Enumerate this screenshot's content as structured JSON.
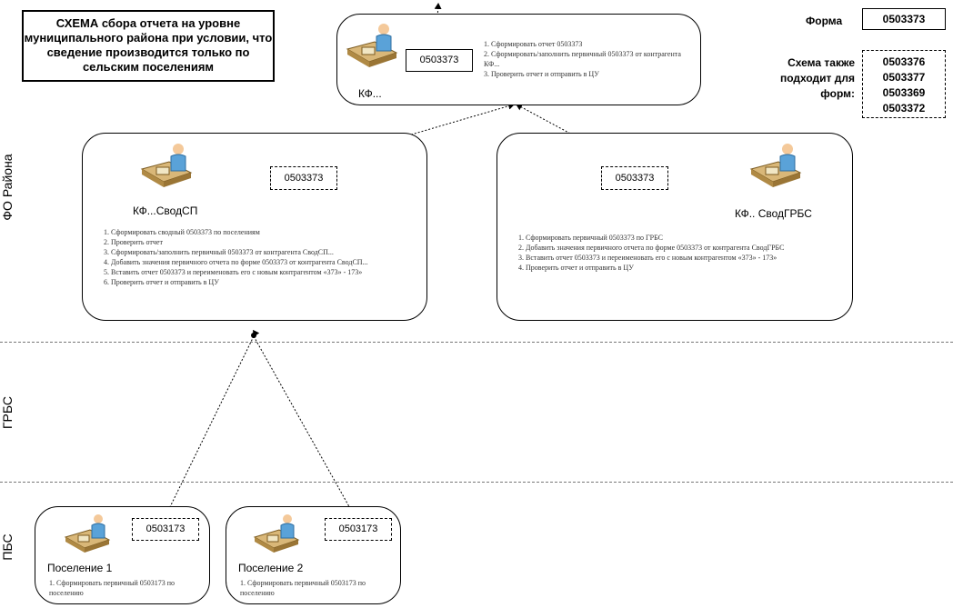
{
  "title": "СХЕМА сбора отчета на уровне муниципального района при условии, что сведение производится только по сельским поселениям",
  "legend": {
    "forma_label": "Форма",
    "forma_code": "0503373",
    "also_caption": "Схема также подходит для форм:",
    "also_codes": [
      "0503376",
      "0503377",
      "0503369",
      "0503372"
    ]
  },
  "lanes": {
    "fo": "ФО Района",
    "grbs": "ГРБС",
    "pbs": "ПБС"
  },
  "nodes": {
    "top": {
      "label": "КФ...",
      "code": "0503373",
      "steps": [
        "1. Сформировать отчет 0503373",
        "2. Сформировать/заполнить первичный 0503373 от контрагента КФ...",
        "3. Проверить отчет и отправить в ЦУ"
      ]
    },
    "svodsp": {
      "label": "КФ...СводСП",
      "code": "0503373",
      "steps": [
        "1. Сформировать сводный 0503373 по поселениям",
        "2. Проверить отчет",
        "3. Сформировать/заполнить первичный 0503373 от контрагента СводСП...",
        "4. Добавить значения первичного отчета по форме 0503373 от контрагента СводСП...",
        "5. Вставить отчет 0503373 и переименовать его с новым контрагентом «373» - 173»",
        "6. Проверить отчет и отправить в ЦУ"
      ]
    },
    "svodgrbs": {
      "label": "КФ.. СводГРБС",
      "code": "0503373",
      "steps": [
        "1. Сформировать первичный 0503373 по ГРБС",
        "2. Добавить значения первичного отчета по форме 0503373 от контрагента СводГРБС",
        "3. Вставить отчет 0503373 и переименовать его с новым контрагентом «373» - 173»",
        "4. Проверить отчет и отправить в ЦУ"
      ]
    },
    "pos1": {
      "label": "Поселение 1",
      "code": "0503173",
      "steps": [
        "1. Сформировать первичный 0503173 по поселению"
      ]
    },
    "pos2": {
      "label": "Поселение 2",
      "code": "0503173",
      "steps": [
        "1. Сформировать первичный 0503173 по поселению"
      ]
    }
  }
}
